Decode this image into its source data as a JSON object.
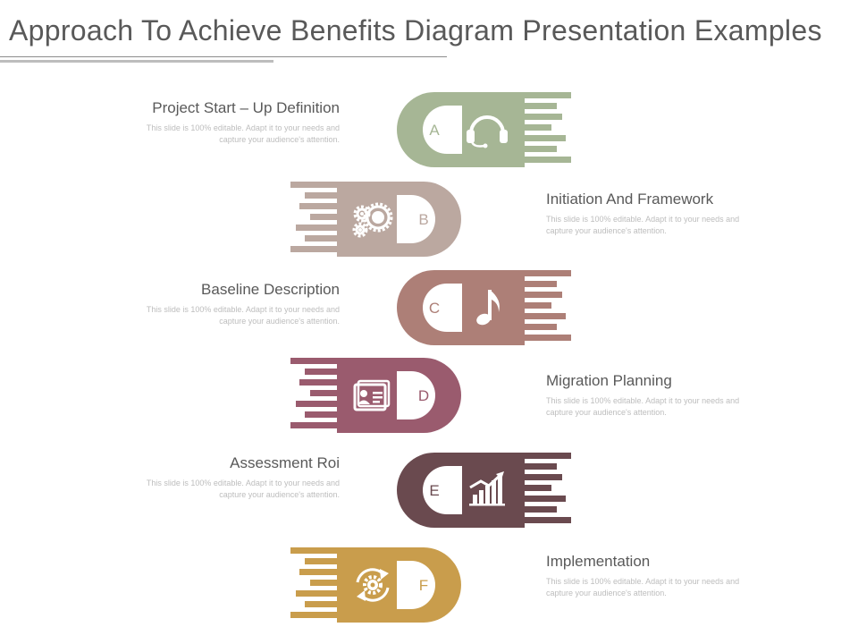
{
  "title": "Approach To Achieve Benefits Diagram Presentation Examples",
  "colors": {
    "green": "#a6b695",
    "taupe": "#bba8a0",
    "rose": "#ad7f77",
    "mauve": "#9a5b6e",
    "plum": "#6a4a4f",
    "gold": "#c99d4c",
    "title": "#595959",
    "desc": "#bdbdbd"
  },
  "steps": [
    {
      "letter": "A",
      "heading": "Project Start – Up Definition",
      "description": "This slide is 100% editable. Adapt it to your needs and capture your audience's attention.",
      "side": "left",
      "icon": "headset-icon",
      "color": "#a6b695"
    },
    {
      "letter": "B",
      "heading": "Initiation And Framework",
      "description": "This slide is 100% editable. Adapt it to your needs and capture your audience's attention.",
      "side": "right",
      "icon": "gears-icon",
      "color": "#bba8a0"
    },
    {
      "letter": "C",
      "heading": "Baseline Description",
      "description": "This slide is 100% editable. Adapt it to your needs and capture your audience's attention.",
      "side": "left",
      "icon": "music-note-icon",
      "color": "#ad7f77"
    },
    {
      "letter": "D",
      "heading": "Migration Planning",
      "description": "This slide is 100% editable. Adapt it to your needs and capture your audience's attention.",
      "side": "right",
      "icon": "id-card-icon",
      "color": "#9a5b6e"
    },
    {
      "letter": "E",
      "heading": "Assessment Roi",
      "description": "This slide is 100% editable. Adapt it to your needs and capture your audience's attention.",
      "side": "left",
      "icon": "bar-chart-icon",
      "color": "#6a4a4f"
    },
    {
      "letter": "F",
      "heading": "Implementation",
      "description": "This slide is 100% editable. Adapt it to your needs and capture your audience's attention.",
      "side": "right",
      "icon": "gear-cycle-icon",
      "color": "#c99d4c"
    }
  ]
}
